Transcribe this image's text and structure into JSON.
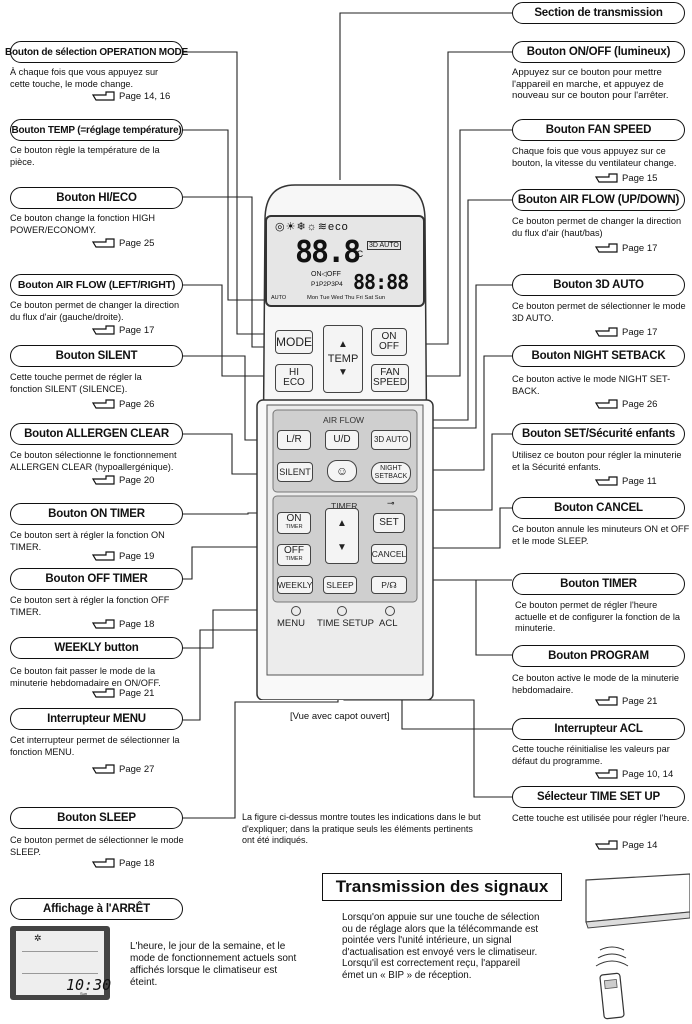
{
  "callouts": {
    "transmission": {
      "label": "Section de transmission"
    },
    "mode": {
      "label": "Bouton de sélection OPERATION MODE",
      "desc": "À chaque fois que vous appuyez sur cette touche, le mode change.",
      "page": "Page 14, 16"
    },
    "onoff": {
      "label": "Bouton ON/OFF (lumineux)",
      "desc": "Appuyez sur ce bouton pour mettre l'appareil en marche, et appuyez de nouveau sur ce bouton pour l'arrêter."
    },
    "temp": {
      "label": "Bouton TEMP (=réglage température)",
      "desc": "Ce bouton règle la température de la pièce."
    },
    "fanspeed": {
      "label": "Bouton FAN SPEED",
      "desc": "Chaque fois que vous appuyez sur ce bouton, la vitesse du ventilateur change.",
      "page": "Page 15"
    },
    "hieco": {
      "label": "Bouton HI/ECO",
      "desc": "Ce bouton change la fonction HIGH POWER/ECONOMY.",
      "page": "Page 25"
    },
    "updown": {
      "label": "Bouton AIR FLOW (UP/DOWN)",
      "desc": "Ce bouton permet de changer la direction du flux d'air (haut/bas)",
      "page": "Page 17"
    },
    "leftright": {
      "label": "Bouton AIR FLOW (LEFT/RIGHT)",
      "desc": "Ce bouton permet de changer la direction du flux d'air (gauche/droite).",
      "page": "Page 17"
    },
    "auto3d": {
      "label": "Bouton 3D AUTO",
      "desc": "Ce bouton permet de sélectionner le mode 3D AUTO.",
      "page": "Page 17"
    },
    "silent": {
      "label": "Bouton SILENT",
      "desc": "Cette touche permet de régler la fonction SILENT (SILENCE).",
      "page": "Page 26"
    },
    "night": {
      "label": "Bouton NIGHT SETBACK",
      "desc": "Ce bouton active le mode NIGHT SET-BACK.",
      "page": "Page 26"
    },
    "allergen": {
      "label": "Bouton ALLERGEN CLEAR",
      "desc": "Ce bouton sélectionne le fonctionnement ALLERGEN CLEAR (hypoallergénique).",
      "page": "Page 20"
    },
    "set": {
      "label": "Bouton SET/Sécurité enfants",
      "desc": "Utilisez ce bouton pour régler la minuterie et la Sécurité enfants.",
      "page": "Page 11"
    },
    "ontimer": {
      "label": "Bouton ON TIMER",
      "desc": "Ce bouton sert à régler la fonction ON TIMER.",
      "page": "Page 19"
    },
    "cancel": {
      "label": "Bouton CANCEL",
      "desc": "Ce bouton annule les minuteurs ON et OFF et le mode SLEEP."
    },
    "offtimer": {
      "label": "Bouton OFF TIMER",
      "desc": "Ce bouton sert à régler la fonction OFF TIMER.",
      "page": "Page 18"
    },
    "timer": {
      "label": "Bouton TIMER",
      "desc": "Ce bouton permet de régler l'heure actuelle et de configurer la fonction de la minuterie."
    },
    "weekly": {
      "label": "WEEKLY button",
      "desc": "Ce bouton fait passer le mode de la minuterie hebdomadaire en ON/OFF.",
      "page": "Page 21"
    },
    "program": {
      "label": "Bouton PROGRAM",
      "desc": "Ce bouton active le mode de la minuterie hebdomadaire.",
      "page": "Page 21"
    },
    "menu": {
      "label": "Interrupteur MENU",
      "desc": "Cet interrupteur permet de sélectionner la fonction MENU.",
      "page": "Page 27"
    },
    "acl": {
      "label": "Interrupteur ACL",
      "desc": "Cette touche réinitialise les valeurs par défaut du programme.",
      "page": "Page 10, 14"
    },
    "timesetup": {
      "label": "Sélecteur TIME SET UP",
      "desc": "Cette touche est utilisée pour régler l'heure.",
      "page": "Page 14"
    },
    "sleep": {
      "label": "Bouton SLEEP",
      "desc": "Ce bouton permet de sélectionner le mode SLEEP.",
      "page": "Page 18"
    },
    "offdisplay": {
      "label": "Affichage à l'ARRÊT",
      "desc": "L'heure, le jour de la semaine, et le mode de fonctionnement actuels sont affichés lorsque le climatiseur est éteint."
    }
  },
  "remote": {
    "lcd": {
      "temp_digits": "88.8",
      "time_digits": "88:88",
      "days": "Mon Tue Wed Thu Fri Sat Sun",
      "programs": "P1P2P3P4",
      "on_off": "ON◁OFF",
      "unit": "°C",
      "auto": "AUTO",
      "eco": "eco",
      "auto3d": "3D AUTO"
    },
    "buttons": {
      "mode": "MODE",
      "temp": "TEMP",
      "on": "ON",
      "off": "OFF",
      "hi": "HI",
      "eco": "ECO",
      "fan": "FAN",
      "speed": "SPEED",
      "airflow": "AIR FLOW",
      "lr": "L/R",
      "ud": "U/D",
      "auto3d": "3D AUTO",
      "silent": "SILENT",
      "night1": "NIGHT",
      "night2": "SETBACK",
      "timer": "TIMER",
      "ontimer": "ON",
      "ontimer_sub": "TIMER",
      "offtimer": "OFF",
      "offtimer_sub": "TIMER",
      "set": "SET",
      "cancel": "CANCEL",
      "weekly": "WEEKLY",
      "sleep": "SLEEP",
      "program": "P/",
      "menu": "MENU",
      "timesetup": "TIME SETUP",
      "acl": "ACL"
    }
  },
  "caption": "[Vue avec capot ouvert]",
  "note": "La figure ci-dessus montre toutes les indications dans le but d'expliquer; dans la pratique seuls les éléments pertinents ont été indiqués.",
  "off_display_time": "10:30",
  "off_display_day": "Sun",
  "signals": {
    "title": "Transmission des signaux",
    "body": "Lorsqu'on appuie sur une touche de sélection ou de réglage alors que la télécommande est pointée vers l'unité intérieure, un signal d'actualisation est envoyé vers le climatiseur. Lorsqu'il est correctement reçu, l'appareil émet un « BIP » de réception."
  },
  "colors": {
    "border": "#111111",
    "panel": "#d0d0d0",
    "lcd": "#e6e6e6"
  }
}
